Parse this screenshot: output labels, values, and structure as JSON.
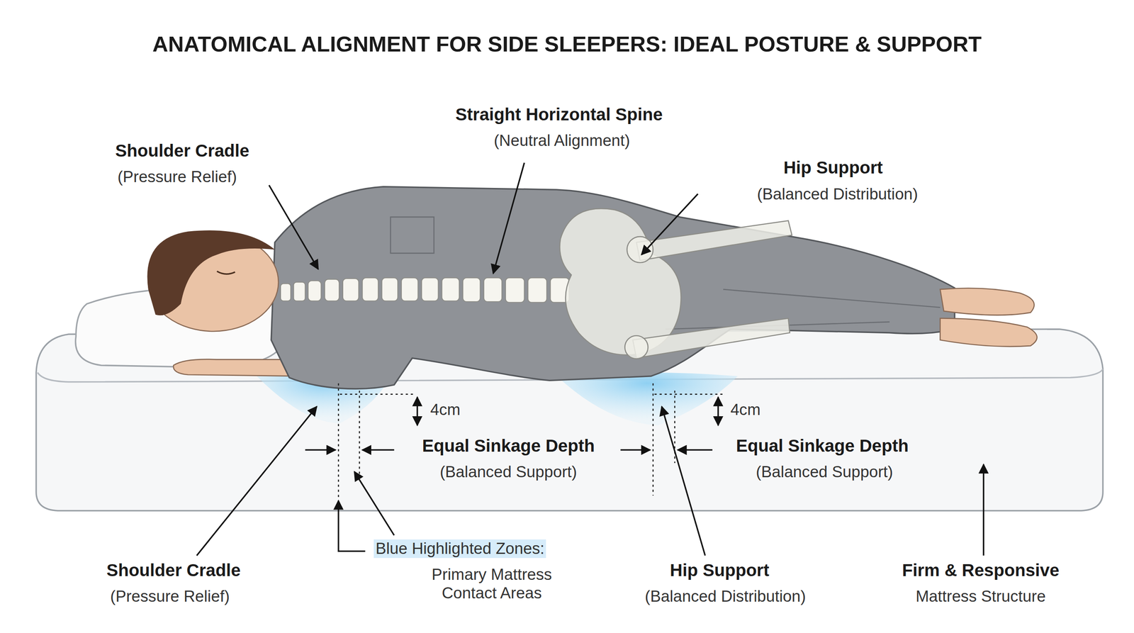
{
  "diagram": {
    "title": "ANATOMICAL ALIGNMENT FOR SIDE SLEEPERS: IDEAL POSTURE & SUPPORT",
    "labels": [
      "Straight Horizontal Spine",
      "(Neutral Alignment)",
      "Shoulder Cradle",
      "(Pressure Relief)",
      "Hip Support",
      "(Balanced Distribution)",
      "4cm",
      "4cm",
      "Equal Sinkage Depth",
      "(Balanced Support)",
      "Equal Sinkage Depth",
      "(Balanced Support)",
      "Shoulder Cradle",
      "(Pressure Relief)",
      "Blue Highlighted Zones:",
      "Primary Mattress Contact Areas",
      "Hip Support",
      "(Balanced Distribution)",
      "Firm & Responsive",
      "Mattress Structure"
    ]
  }
}
